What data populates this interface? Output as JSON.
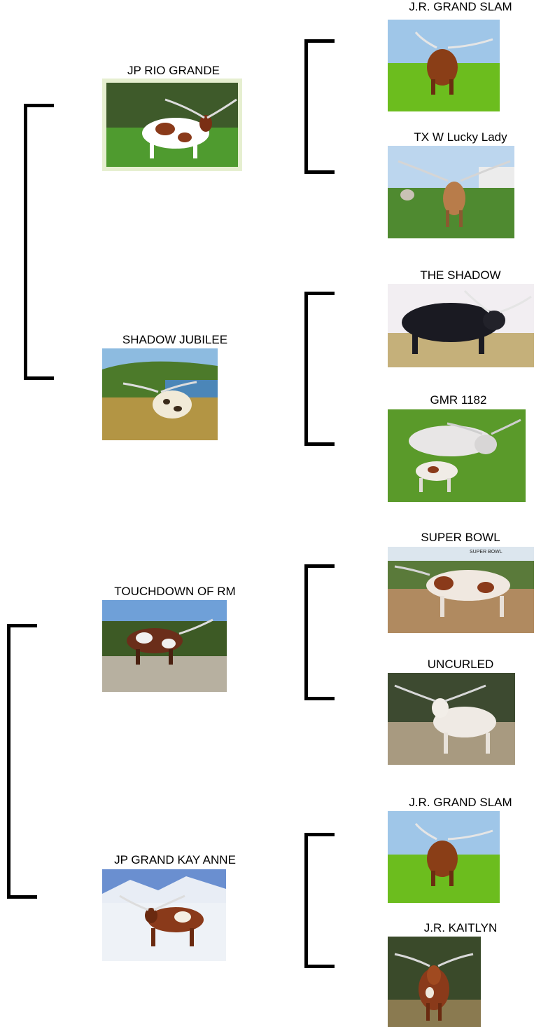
{
  "pedigree": {
    "sire": {
      "name": "JP RIO GRANDE",
      "sire": {
        "name": "J.R. GRAND SLAM"
      },
      "dam": {
        "name": "TX W Lucky Lady"
      }
    },
    "dam": {
      "name": "SHADOW JUBILEE",
      "sire": {
        "name": "THE SHADOW"
      },
      "dam": {
        "name": "GMR 1182"
      }
    },
    "sire2": {
      "name": "TOUCHDOWN OF RM",
      "sire": {
        "name": "SUPER BOWL"
      },
      "dam": {
        "name": "UNCURLED"
      }
    },
    "dam2": {
      "name": "JP GRAND KAY ANNE",
      "sire": {
        "name": "J.R. GRAND SLAM"
      },
      "dam": {
        "name": "J.R. KAITLYN"
      }
    },
    "watermark": "SUPER BOWL"
  }
}
